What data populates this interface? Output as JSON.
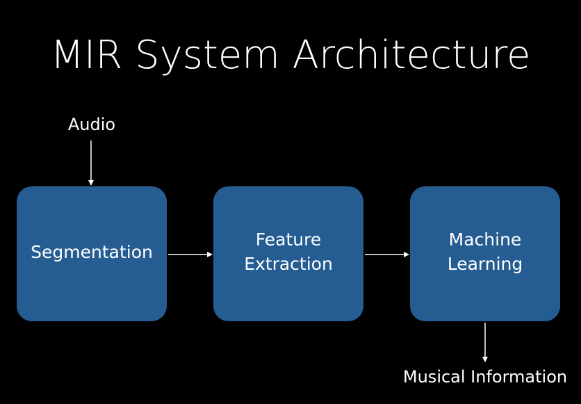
{
  "title": "MIR System Architecture",
  "input_label": "Audio",
  "output_label": "Musical Information",
  "stages": [
    {
      "label": "Segmentation"
    },
    {
      "label": "Feature\nExtraction"
    },
    {
      "label": "Machine\nLearning"
    }
  ],
  "colors": {
    "background": "#000000",
    "box_fill": "#255d93",
    "text": "#ffffff",
    "arrow": "#ffffff"
  }
}
